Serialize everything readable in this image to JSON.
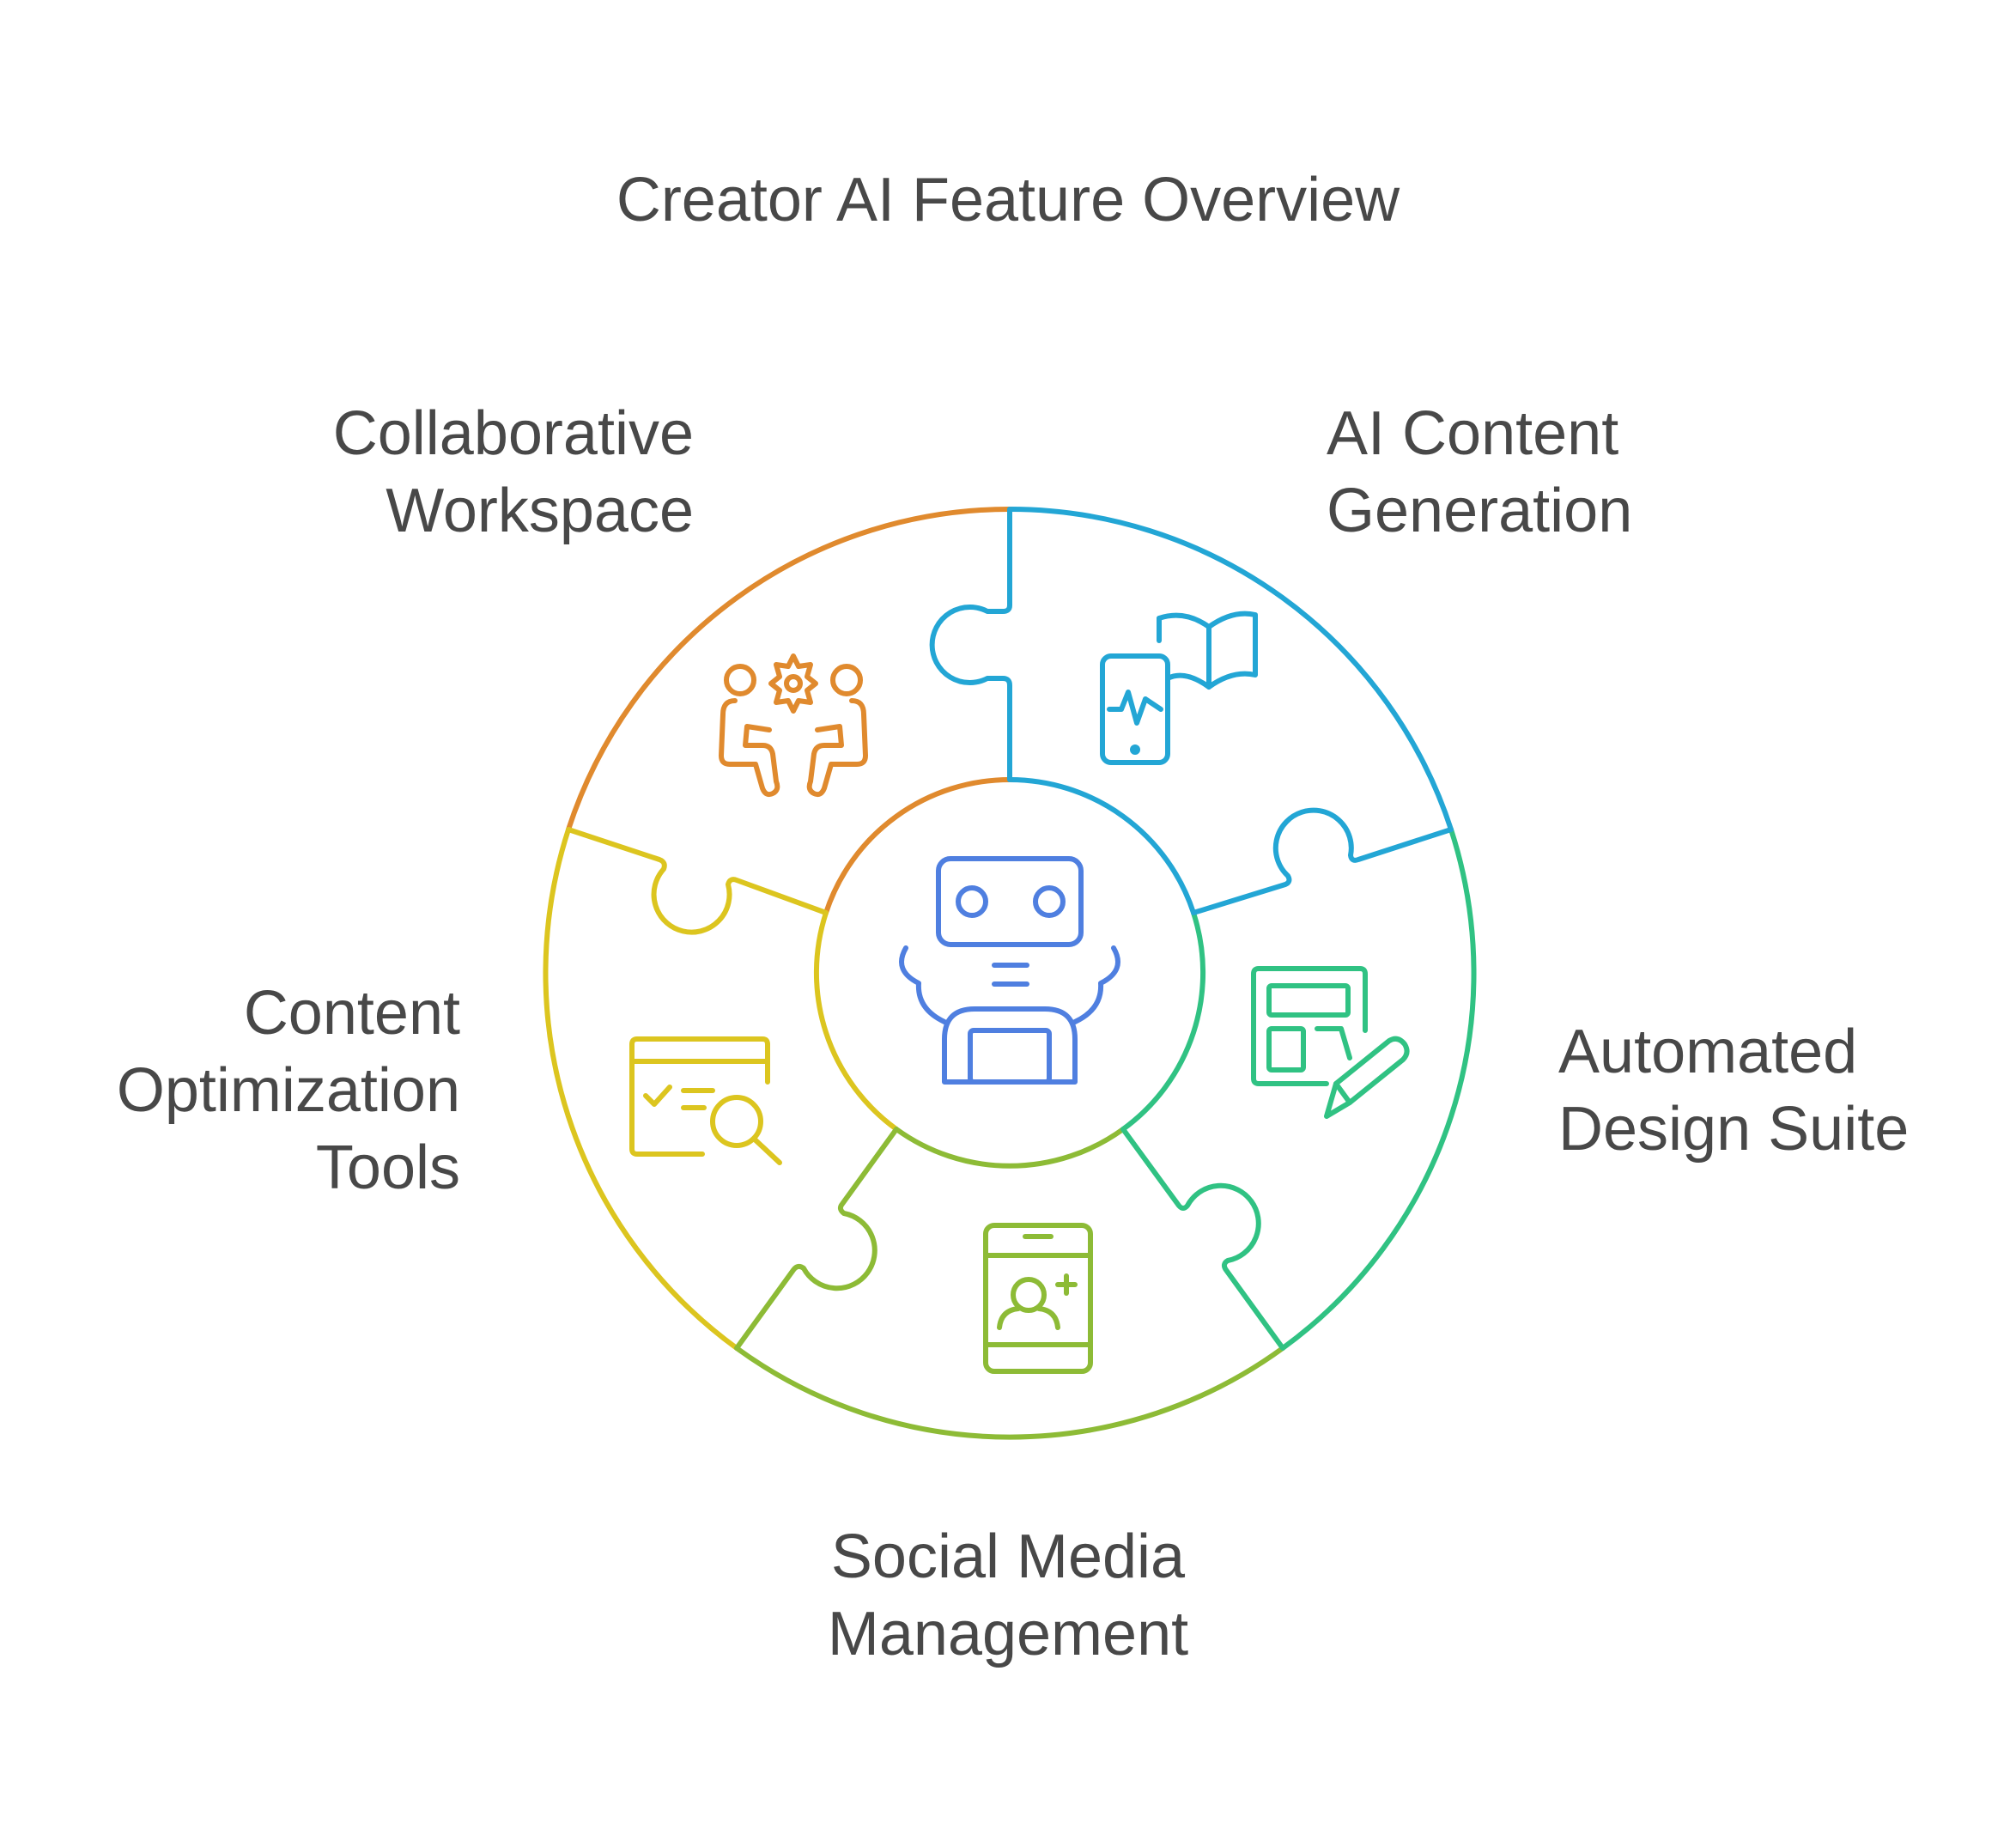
{
  "title": "Creator AI Feature Overview",
  "center": {
    "icon": "robot-icon",
    "color": "#4F7FE0"
  },
  "segments": [
    {
      "key": "ai_content",
      "lines": [
        "AI Content",
        "Generation"
      ],
      "icon": "phone-book-icon",
      "color": "#23A6D5"
    },
    {
      "key": "design",
      "lines": [
        "Automated",
        "Design Suite"
      ],
      "icon": "layout-pencil-icon",
      "color": "#30C283"
    },
    {
      "key": "social",
      "lines": [
        "Social Media",
        "Management"
      ],
      "icon": "phone-add-user-icon",
      "color": "#8DBB36"
    },
    {
      "key": "optimization",
      "lines": [
        "Content",
        "Optimization",
        "Tools"
      ],
      "icon": "browser-search-icon",
      "color": "#DCC51F"
    },
    {
      "key": "collab",
      "lines": [
        "Collaborative",
        "Workspace"
      ],
      "icon": "people-gear-icon",
      "color": "#E08A2E"
    }
  ]
}
